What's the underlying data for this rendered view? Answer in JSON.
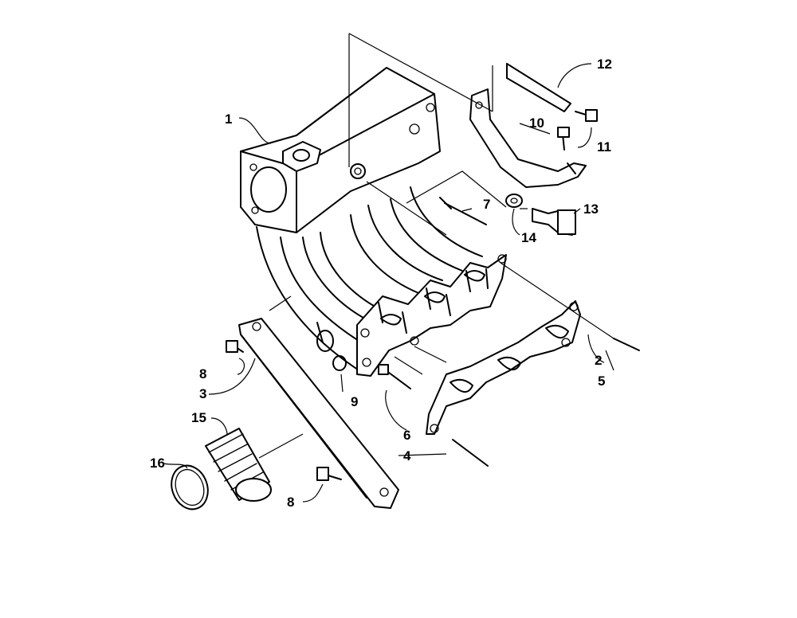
{
  "diagram": {
    "callouts": {
      "c1": "1",
      "c2": "2",
      "c3": "3",
      "c4": "4",
      "c5": "5",
      "c6": "6",
      "c7": "7",
      "c8a": "8",
      "c8b": "8",
      "c9": "9",
      "c10": "10",
      "c11": "11",
      "c12": "12",
      "c13": "13",
      "c14": "14",
      "c15": "15",
      "c16": "16"
    }
  }
}
